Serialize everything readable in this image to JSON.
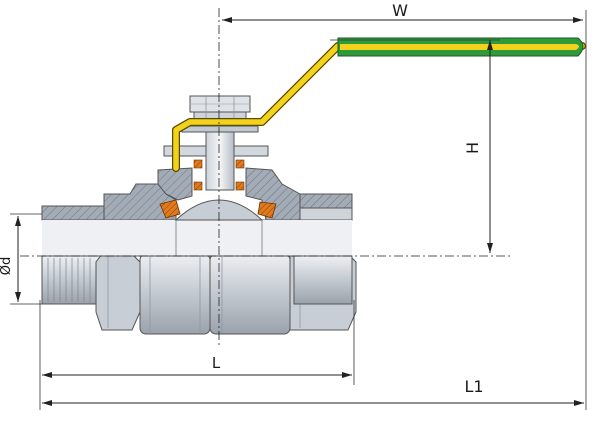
{
  "labels": {
    "width": "W",
    "height": "H",
    "diameter": "Ød",
    "length": "L",
    "overall_length": "L1"
  },
  "colors": {
    "handle_yellow": "#f2d21c",
    "handle_green": "#2e9a3a",
    "metal_light": "#d9dde2",
    "metal_mid": "#b9c0c8",
    "metal_dark": "#8e97a1",
    "section": "#9aa3ad",
    "seal_orange": "#e07a1c"
  }
}
